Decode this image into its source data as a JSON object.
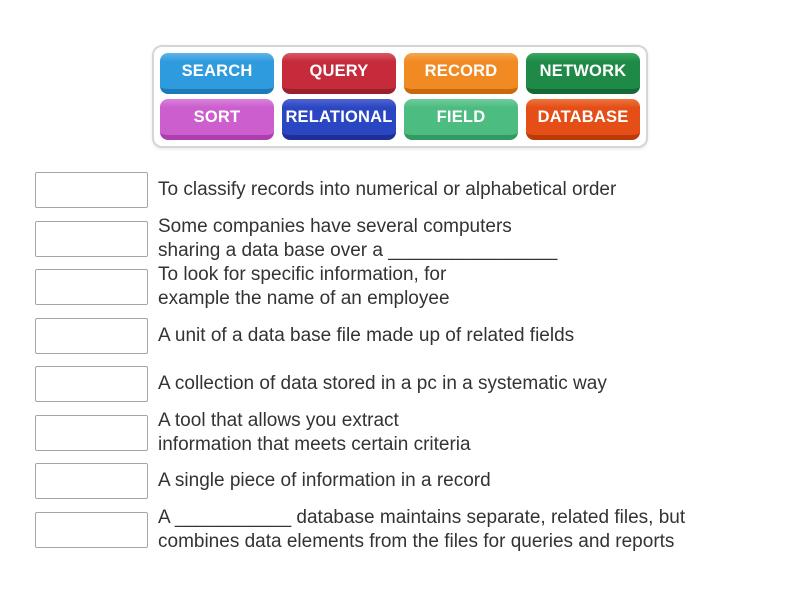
{
  "activity": {
    "type_label": "match-up",
    "background_color": "#ffffff"
  },
  "word_bank": {
    "panel_border_color": "#d6d6d6",
    "tiles": [
      {
        "label": "SEARCH",
        "color": "#2F9BDF",
        "shadow_color": "#1D7AB8",
        "highlight_color": "#62B4E8"
      },
      {
        "label": "QUERY",
        "color": "#C62B3C",
        "shadow_color": "#9C1F2E",
        "highlight_color": "#D95A69"
      },
      {
        "label": "RECORD",
        "color": "#F18A22",
        "shadow_color": "#C96A0A",
        "highlight_color": "#F5A74F"
      },
      {
        "label": "NETWORK",
        "color": "#1F8A47",
        "shadow_color": "#146934",
        "highlight_color": "#3AA863"
      },
      {
        "label": "SORT",
        "color": "#CC5ECE",
        "shadow_color": "#AD3EAF",
        "highlight_color": "#DA82DB"
      },
      {
        "label": "RELATIONAL",
        "color": "#2A46C2",
        "shadow_color": "#1B2F96",
        "highlight_color": "#5064D0"
      },
      {
        "label": "FIELD",
        "color": "#4CBC80",
        "shadow_color": "#339963",
        "highlight_color": "#72CC9C"
      },
      {
        "label": "DATABASE",
        "color": "#E54E16",
        "shadow_color": "#BA3A08",
        "highlight_color": "#EE7440"
      }
    ]
  },
  "definitions": [
    {
      "text": "To classify records into numerical or alphabetical order"
    },
    {
      "text": "Some companies have several computers\nsharing a data base over a ________________"
    },
    {
      "text": "To look for specific information, for\nexample the name of an employee"
    },
    {
      "text": "A unit of a data base file made up of related fields"
    },
    {
      "text": "A collection of data stored in a pc in a systematic way"
    },
    {
      "text": "A tool that allows you extract\ninformation that meets certain criteria"
    },
    {
      "text": "A single piece of information in a record"
    },
    {
      "text": "A ___________ database maintains separate, related files, but\ncombines data elements from the files for queries and reports"
    }
  ]
}
